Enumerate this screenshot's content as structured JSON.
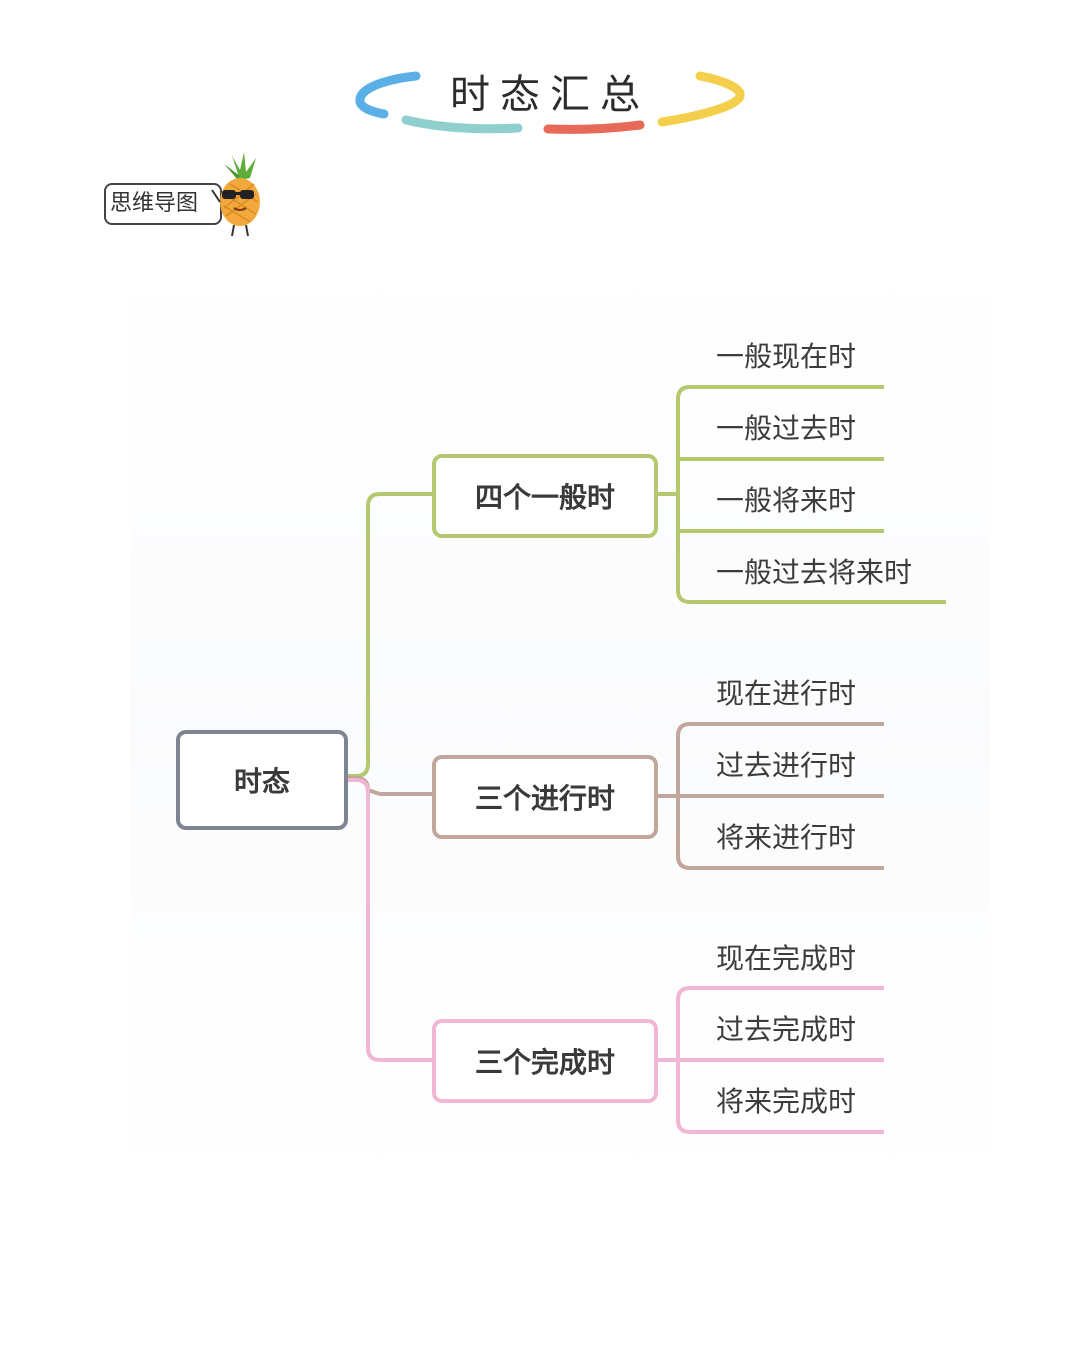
{
  "title": "时态汇总",
  "badge_label": "思维导图",
  "mascot_icon": "pineapple-with-sunglasses-icon",
  "colors": {
    "root": "#7d8593",
    "group_1": "#b5c86e",
    "group_2": "#c1a79b",
    "group_3": "#f0b6d3",
    "arc_blue": "#5ab0e6",
    "arc_teal": "#8fd0cf",
    "arc_red": "#e66a57",
    "arc_yellow": "#f3cf4c"
  },
  "root": {
    "label": "时态"
  },
  "groups": [
    {
      "label": "四个一般时",
      "children": [
        "一般现在时",
        "一般过去时",
        "一般将来时",
        "一般过去将来时"
      ]
    },
    {
      "label": "三个进行时",
      "children": [
        "现在进行时",
        "过去进行时",
        "将来进行时"
      ]
    },
    {
      "label": "三个完成时",
      "children": [
        "现在完成时",
        "过去完成时",
        "将来完成时"
      ]
    }
  ]
}
